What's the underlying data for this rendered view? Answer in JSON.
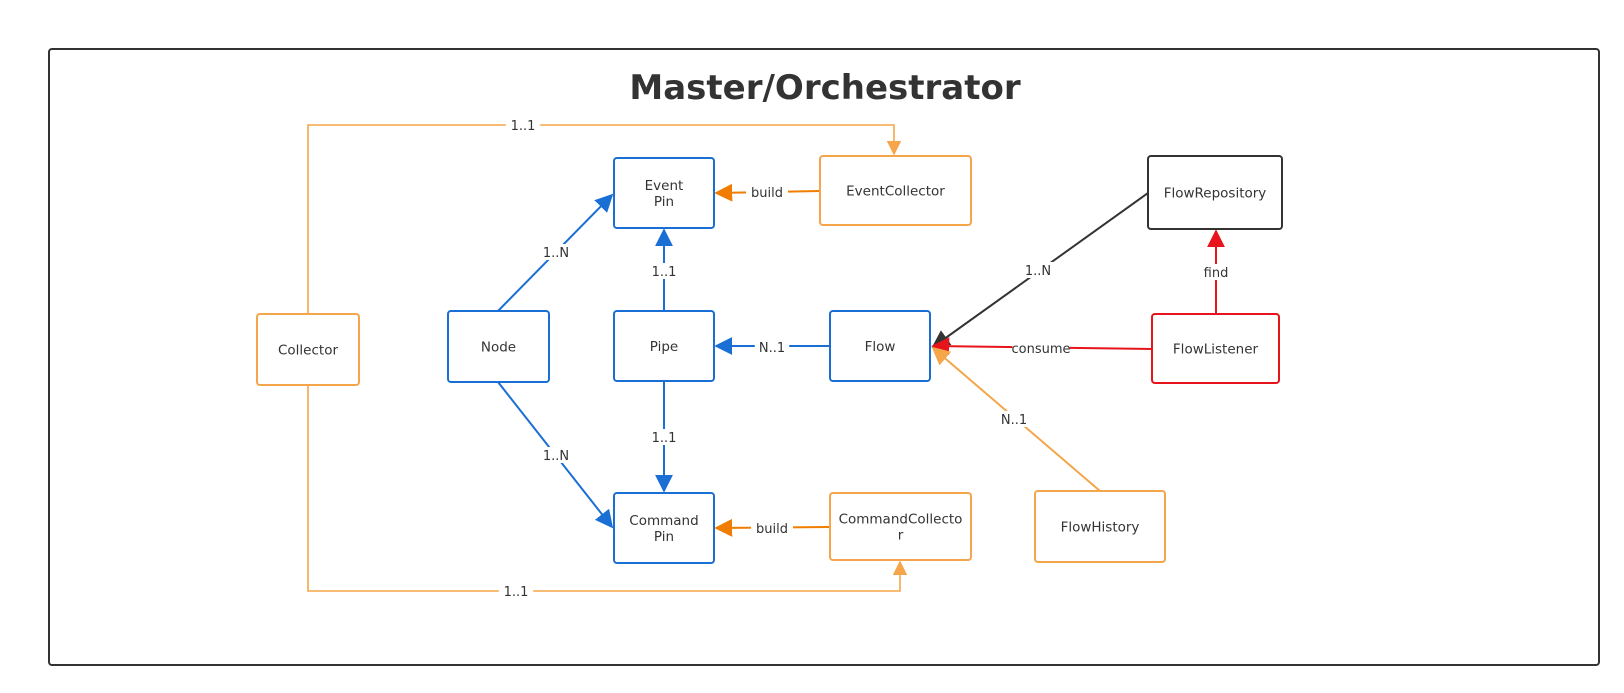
{
  "title": "Master/Orchestrator",
  "colors": {
    "blue": "#1a6fd4",
    "orange": "#f5a54a",
    "orange_dark": "#f07d00",
    "red": "#e8141b",
    "black": "#333333"
  },
  "nodes": {
    "event_pin": {
      "lines": [
        "Event",
        "Pin"
      ],
      "color": "blue"
    },
    "event_collector": {
      "lines": [
        "EventCollector"
      ],
      "color": "orange"
    },
    "flow_repository": {
      "lines": [
        "FlowRepository"
      ],
      "color": "black"
    },
    "collector": {
      "lines": [
        "Collector"
      ],
      "color": "orange"
    },
    "node": {
      "lines": [
        "Node"
      ],
      "color": "blue"
    },
    "pipe": {
      "lines": [
        "Pipe"
      ],
      "color": "blue"
    },
    "flow": {
      "lines": [
        "Flow"
      ],
      "color": "blue"
    },
    "flow_listener": {
      "lines": [
        "FlowListener"
      ],
      "color": "red"
    },
    "command_pin": {
      "lines": [
        "Command",
        "Pin"
      ],
      "color": "blue"
    },
    "command_collector": {
      "lines": [
        "CommandCollecto",
        "r"
      ],
      "color": "orange"
    },
    "flow_history": {
      "lines": [
        "FlowHistory"
      ],
      "color": "orange"
    }
  },
  "edges": {
    "collector_event_collector": {
      "label": "1..1",
      "from": "collector",
      "to": "event_collector",
      "color": "orange"
    },
    "collector_command_collector": {
      "label": "1..1",
      "from": "collector",
      "to": "command_collector",
      "color": "orange"
    },
    "event_collector_event_pin": {
      "label": "build",
      "from": "event_collector",
      "to": "event_pin",
      "color": "orange_dark"
    },
    "command_collector_command_pin": {
      "label": "build",
      "from": "command_collector",
      "to": "command_pin",
      "color": "orange_dark"
    },
    "node_event_pin": {
      "label": "1..N",
      "from": "node",
      "to": "event_pin",
      "color": "blue"
    },
    "node_command_pin": {
      "label": "1..N",
      "from": "node",
      "to": "command_pin",
      "color": "blue"
    },
    "pipe_event_pin": {
      "label": "1..1",
      "from": "pipe",
      "to": "event_pin",
      "color": "blue"
    },
    "pipe_command_pin": {
      "label": "1..1",
      "from": "pipe",
      "to": "command_pin",
      "color": "blue"
    },
    "flow_pipe": {
      "label": "N..1",
      "from": "flow",
      "to": "pipe",
      "color": "blue"
    },
    "flow_repository_flow": {
      "label": "1..N",
      "from": "flow_repository",
      "to": "flow",
      "color": "black"
    },
    "flow_listener_flow": {
      "label": "consume",
      "from": "flow_listener",
      "to": "flow",
      "color": "red"
    },
    "flow_listener_flow_repository": {
      "label": "find",
      "from": "flow_listener",
      "to": "flow_repository",
      "color": "red"
    },
    "flow_history_flow": {
      "label": "N..1",
      "from": "flow_history",
      "to": "flow",
      "color": "orange"
    }
  }
}
